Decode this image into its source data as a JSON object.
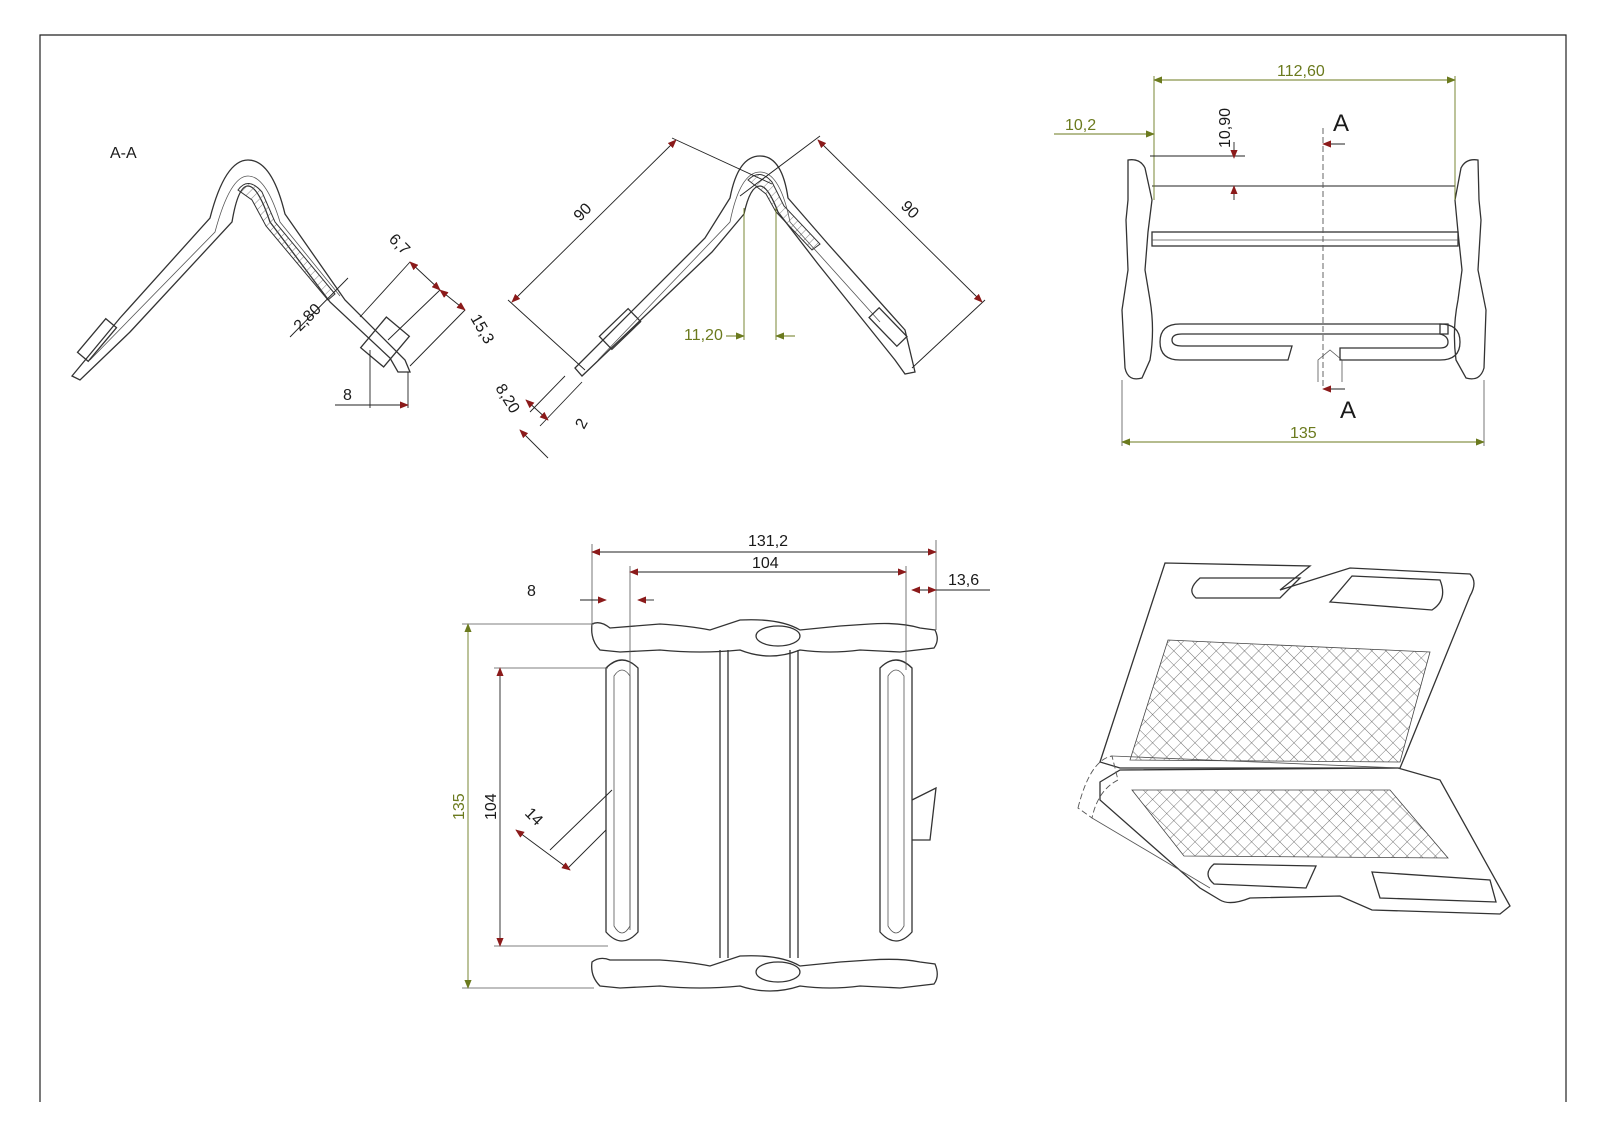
{
  "colors": {
    "dimension_black": "#1a1a1a",
    "dimension_olive": "#6b7a1e",
    "outline": "#333333"
  },
  "section_view": {
    "title": "A-A",
    "dims": {
      "thickness": "2,80",
      "tab_gap": "6,7",
      "tab_length": "15,3",
      "tab_offset": "8"
    }
  },
  "profile_view": {
    "dims": {
      "leg_left": "90",
      "leg_right": "90",
      "apex_width": "11,20",
      "tab_depth": "8,20",
      "tab_step": "2"
    }
  },
  "top_view": {
    "dims": {
      "inner_width": "112,60",
      "margin": "10,2",
      "rib_height": "10,90",
      "overall_width": "135"
    },
    "section_marks": {
      "top": "A",
      "bottom": "A"
    }
  },
  "flat_view": {
    "dims": {
      "outer_width": "131,2",
      "inner_width": "104",
      "slot_offset": "8",
      "edge_margin": "13,6",
      "overall_height": "135",
      "slot_height": "104",
      "tab_angle": "14"
    }
  }
}
